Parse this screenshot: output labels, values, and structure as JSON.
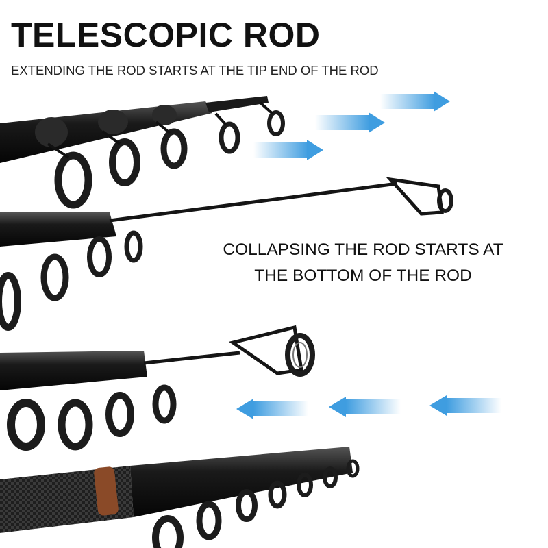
{
  "heading": {
    "title": "TELESCOPIC ROD",
    "subtitle": "EXTENDING THE ROD STARTS AT THE TIP END OF THE ROD"
  },
  "caption": {
    "line1": "COLLAPSING THE ROD STARTS AT",
    "line2": "THE BOTTOM OF THE ROD"
  },
  "colors": {
    "arrow": "#3f9de0",
    "rod": "#151515",
    "ring": "#1c1c1c",
    "band": "#8a4a28"
  }
}
